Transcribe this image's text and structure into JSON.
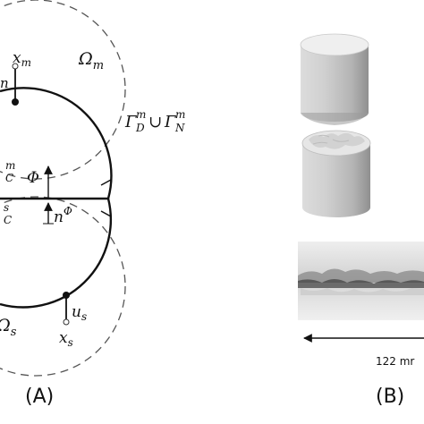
{
  "panel_a": {
    "label": "(A)",
    "master_domain": "Ω",
    "master_domain_sub": "m",
    "slave_domain": "Ω",
    "slave_domain_sub": "s",
    "master_point": "x",
    "master_point_sub": "m",
    "slave_point": "x",
    "slave_point_sub": "s",
    "displacement": "u",
    "displacement_sub": "s",
    "boundary_gamma": "Γ",
    "boundary_D_sub": "D",
    "boundary_N_sub": "N",
    "boundary_sup": "m",
    "union_symbol": "∪",
    "contact_master_sup": "m",
    "contact_master_sub": "C",
    "contact_slave_sup": "s",
    "contact_slave_sub": "C",
    "phi_label": "Φ",
    "normal_label": "n",
    "normal_sup": "Φ",
    "cut_letter_top": "n"
  },
  "panel_b": {
    "label": "(B)",
    "dimension_label": "122 mr"
  },
  "colors": {
    "line": "#111111",
    "dashed": "#555555",
    "cylinder_light": "#e4e4e4",
    "cylinder_mid": "#bdbdbd",
    "cylinder_dark": "#8e8e8e"
  }
}
